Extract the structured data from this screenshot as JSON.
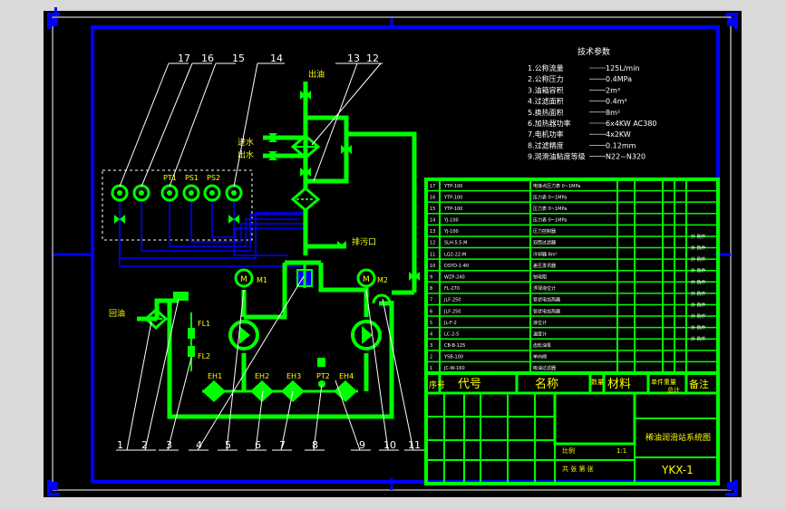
{
  "labels": {
    "return_oil": "回油",
    "outlet_oil": "出油",
    "inlet_water": "进水",
    "outlet_water": "出水",
    "drain": "排污口",
    "m1": "M1",
    "m2": "M2",
    "pt1": "PT1",
    "ps1": "PS1",
    "ps2": "PS2",
    "pt2": "PT2",
    "fl1": "FL1",
    "fl2": "FL2",
    "eh1": "EH1",
    "eh2": "EH2",
    "eh3": "EH3",
    "eh4": "EH4"
  },
  "callouts_top": [
    "17",
    "16",
    "15",
    "14",
    "13",
    "12"
  ],
  "callouts_bottom": [
    "1",
    "2",
    "3",
    "4",
    "5",
    "6",
    "7",
    "8",
    "9",
    "10",
    "11"
  ],
  "tech_params": {
    "title": "技术参数",
    "items": [
      {
        "name": "1.公称流量",
        "value": "125L/min"
      },
      {
        "name": "2.公称压力",
        "value": "0.4MPa"
      },
      {
        "name": "3.油箱容积",
        "value": "2m³"
      },
      {
        "name": "4.过滤面积",
        "value": "0.4m²"
      },
      {
        "name": "5.换热面积",
        "value": "8m²"
      },
      {
        "name": "6.加热器功率",
        "value": "6x4KW AC380"
      },
      {
        "name": "7.电机功率",
        "value": "4x2KW"
      },
      {
        "name": "8.过滤精度",
        "value": "0.12mm"
      },
      {
        "name": "9.润滑油粘度等级",
        "value": "N22~N320"
      }
    ]
  },
  "parts_table": {
    "rows": [
      {
        "no": "17",
        "code": "YTP-100",
        "name": "电接点压力表 0~1MPa"
      },
      {
        "no": "16",
        "code": "YTP-100",
        "name": "压力表 0~1MPa"
      },
      {
        "no": "15",
        "code": "YTP-100",
        "name": "压力表 0~1MPa"
      },
      {
        "no": "14",
        "code": "YJ-100",
        "name": "压力表 0~1MPa"
      },
      {
        "no": "13",
        "code": "YJ-100",
        "name": "压力控制器"
      },
      {
        "no": "12",
        "code": "SLH-5.5.M",
        "name": "双筒过滤器"
      },
      {
        "no": "11",
        "code": "LQ2-22-M",
        "name": "冷却器 8m²"
      },
      {
        "no": "10",
        "code": "DSYD-1-40",
        "name": "差压发讯器"
      },
      {
        "no": "9",
        "code": "WZP-240",
        "name": "铂电阻"
      },
      {
        "no": "8",
        "code": "FL-270",
        "name": "浮球液位计"
      },
      {
        "no": "7",
        "code": "JLF-250",
        "name": "管状电加热器"
      },
      {
        "no": "6",
        "code": "JLF-250",
        "name": "管状电加热器"
      },
      {
        "no": "5",
        "code": "JL-F-2",
        "name": "液位计"
      },
      {
        "no": "4",
        "code": "LC-2-5",
        "name": "温度计"
      },
      {
        "no": "3",
        "code": "CB-B-125",
        "name": "齿轮油泵"
      },
      {
        "no": "2",
        "code": "YSB-100",
        "name": "单向阀"
      },
      {
        "no": "1",
        "code": "JC-W-160",
        "name": "吸油过滤器"
      }
    ],
    "side_notes": [
      "外 购件",
      "外 购件",
      "外 购件",
      "外 购件",
      "外 购件",
      "外 购件",
      "外 购件",
      "外 购件",
      "外 购件",
      "外 购件"
    ]
  },
  "title_block": {
    "header_no": "序号",
    "header_code": "代号",
    "header_name": "名称",
    "header_qty": "数量",
    "header_material": "材料",
    "header_weight": "单件重量",
    "header_total": "总计",
    "header_remark": "备注",
    "drawing_title": "稀油润滑站系统图",
    "drawing_no": "YKX-1",
    "scale_label": "比例",
    "scale_value": "1:1",
    "sheet_label": "共 张 第 张"
  }
}
